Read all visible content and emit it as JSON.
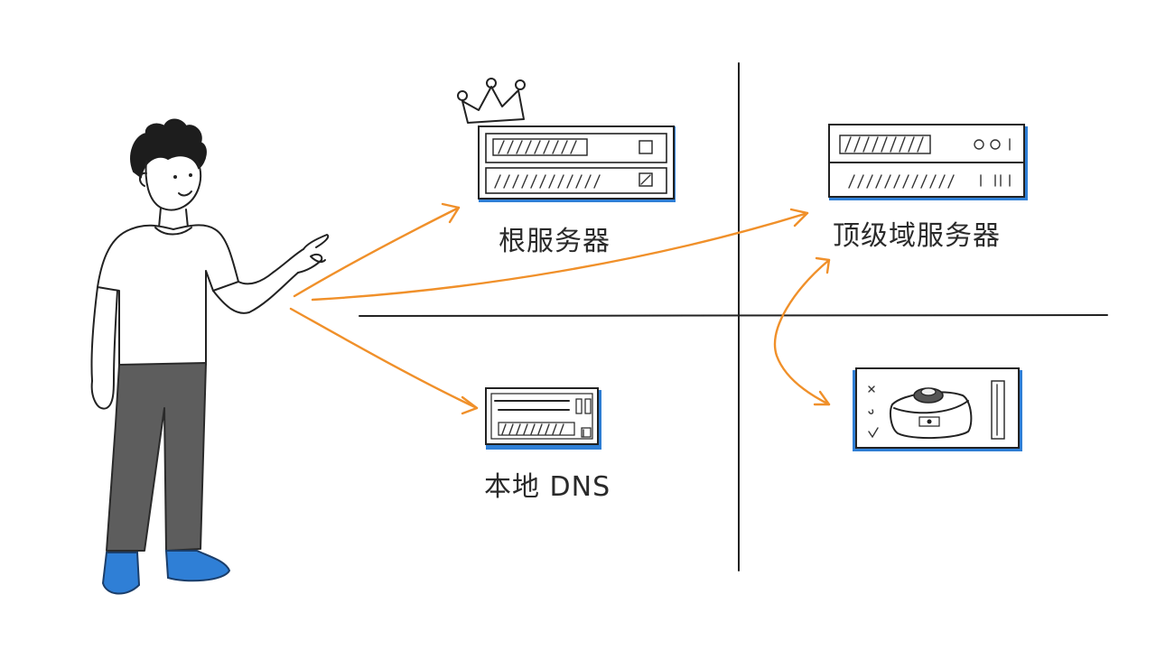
{
  "diagram": {
    "labels": {
      "root_server": "根服务器",
      "tld_server": "顶级域服务器",
      "local_dns": "本地 DNS"
    }
  },
  "colors": {
    "arrow": "#f0902a",
    "accent_blue": "#2f7fd6",
    "ink": "#222222"
  }
}
